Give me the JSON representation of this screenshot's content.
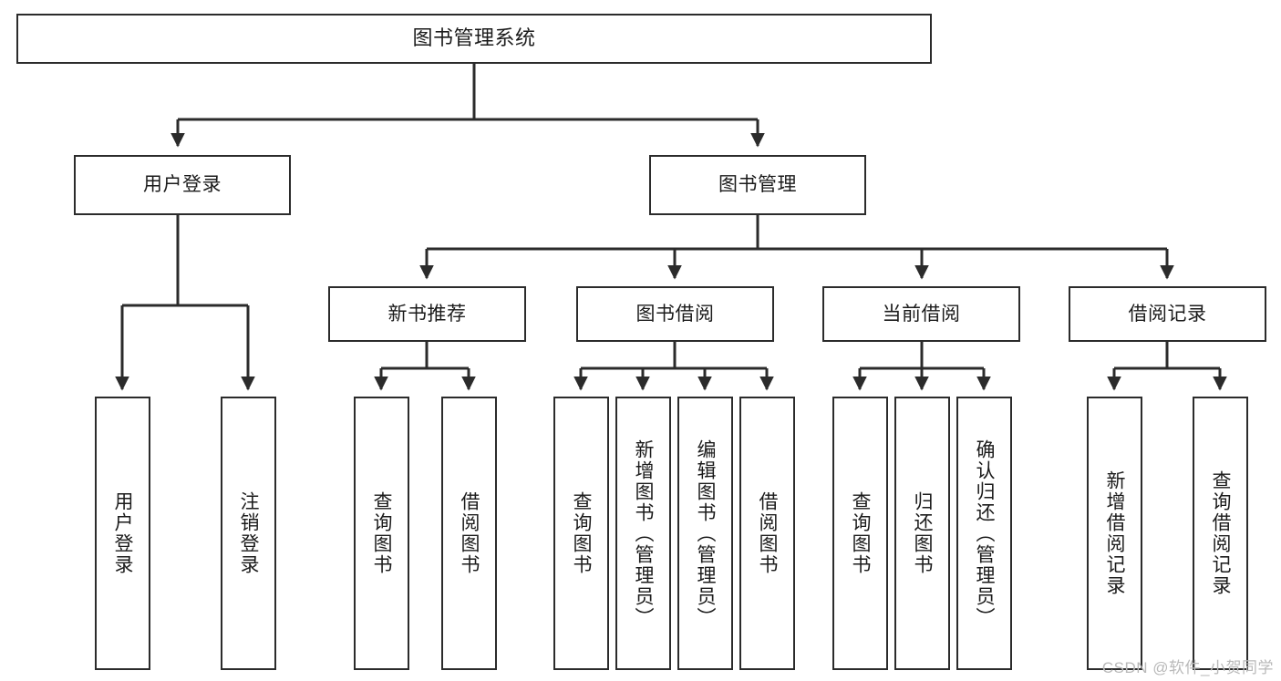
{
  "diagram": {
    "title": "图书管理系统",
    "root": {
      "label": "图书管理系统"
    },
    "level2": [
      {
        "label": "用户登录"
      },
      {
        "label": "图书管理"
      }
    ],
    "level3": [
      {
        "label": "新书推荐"
      },
      {
        "label": "图书借阅"
      },
      {
        "label": "当前借阅"
      },
      {
        "label": "借阅记录"
      }
    ],
    "leaves": {
      "user_login": [
        {
          "label": "用户登录"
        },
        {
          "label": "注销登录"
        }
      ],
      "new_book_recommend": [
        {
          "label": "查询图书"
        },
        {
          "label": "借阅图书"
        }
      ],
      "book_borrow": [
        {
          "label": "查询图书"
        },
        {
          "label": "新增图书（管理员）"
        },
        {
          "label": "编辑图书（管理员）"
        },
        {
          "label": "借阅图书"
        }
      ],
      "current_borrow": [
        {
          "label": "查询图书"
        },
        {
          "label": "归还图书"
        },
        {
          "label": "确认归还（管理员）"
        }
      ],
      "borrow_record": [
        {
          "label": "新增借阅记录"
        },
        {
          "label": "查询借阅记录"
        }
      ]
    }
  },
  "watermark": {
    "text": "CSDN @软件_小贺同学"
  },
  "colors": {
    "stroke": "#2b2b2b",
    "background": "#ffffff",
    "text": "#1b1b1b",
    "watermark": "#b9b9b9"
  }
}
